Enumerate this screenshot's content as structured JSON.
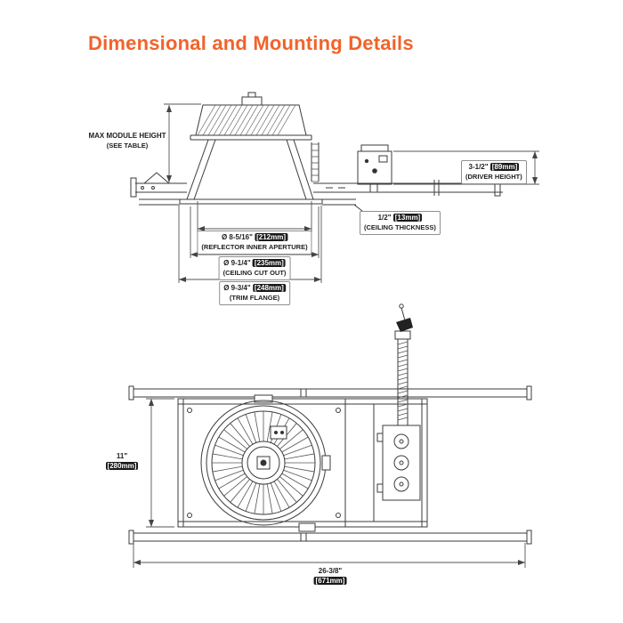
{
  "title": "Dimensional and Mounting Details",
  "colors": {
    "accent": "#F1632A",
    "line": "#3b3b3b",
    "dim": "#555555",
    "chip_bg": "#191919"
  },
  "side_view": {
    "max_module_height": {
      "line1": "MAX MODULE HEIGHT",
      "line2": "(SEE TABLE)"
    },
    "driver_height": {
      "imperial": "3-1/2\"",
      "metric": "[89mm]",
      "caption": "(DRIVER HEIGHT)"
    },
    "ceiling_thickness": {
      "imperial": "1/2\"",
      "metric": "[13mm]",
      "caption": "(CEILING THICKNESS)"
    },
    "reflector_aperture": {
      "imperial": "Ø 8-5/16\"",
      "metric": "[212mm]",
      "caption": "(REFLECTOR INNER APERTURE)"
    },
    "ceiling_cut_out": {
      "imperial": "Ø 9-1/4\"",
      "metric": "[235mm]",
      "caption": "(CEILING CUT OUT)"
    },
    "trim_flange": {
      "imperial": "Ø 9-3/4\"",
      "metric": "[248mm]",
      "caption": "(TRIM FLANGE)"
    }
  },
  "plan_view": {
    "height": {
      "imperial": "11\"",
      "metric": "[280mm]"
    },
    "width": {
      "imperial": "26-3/8\"",
      "metric": "[671mm]"
    }
  }
}
